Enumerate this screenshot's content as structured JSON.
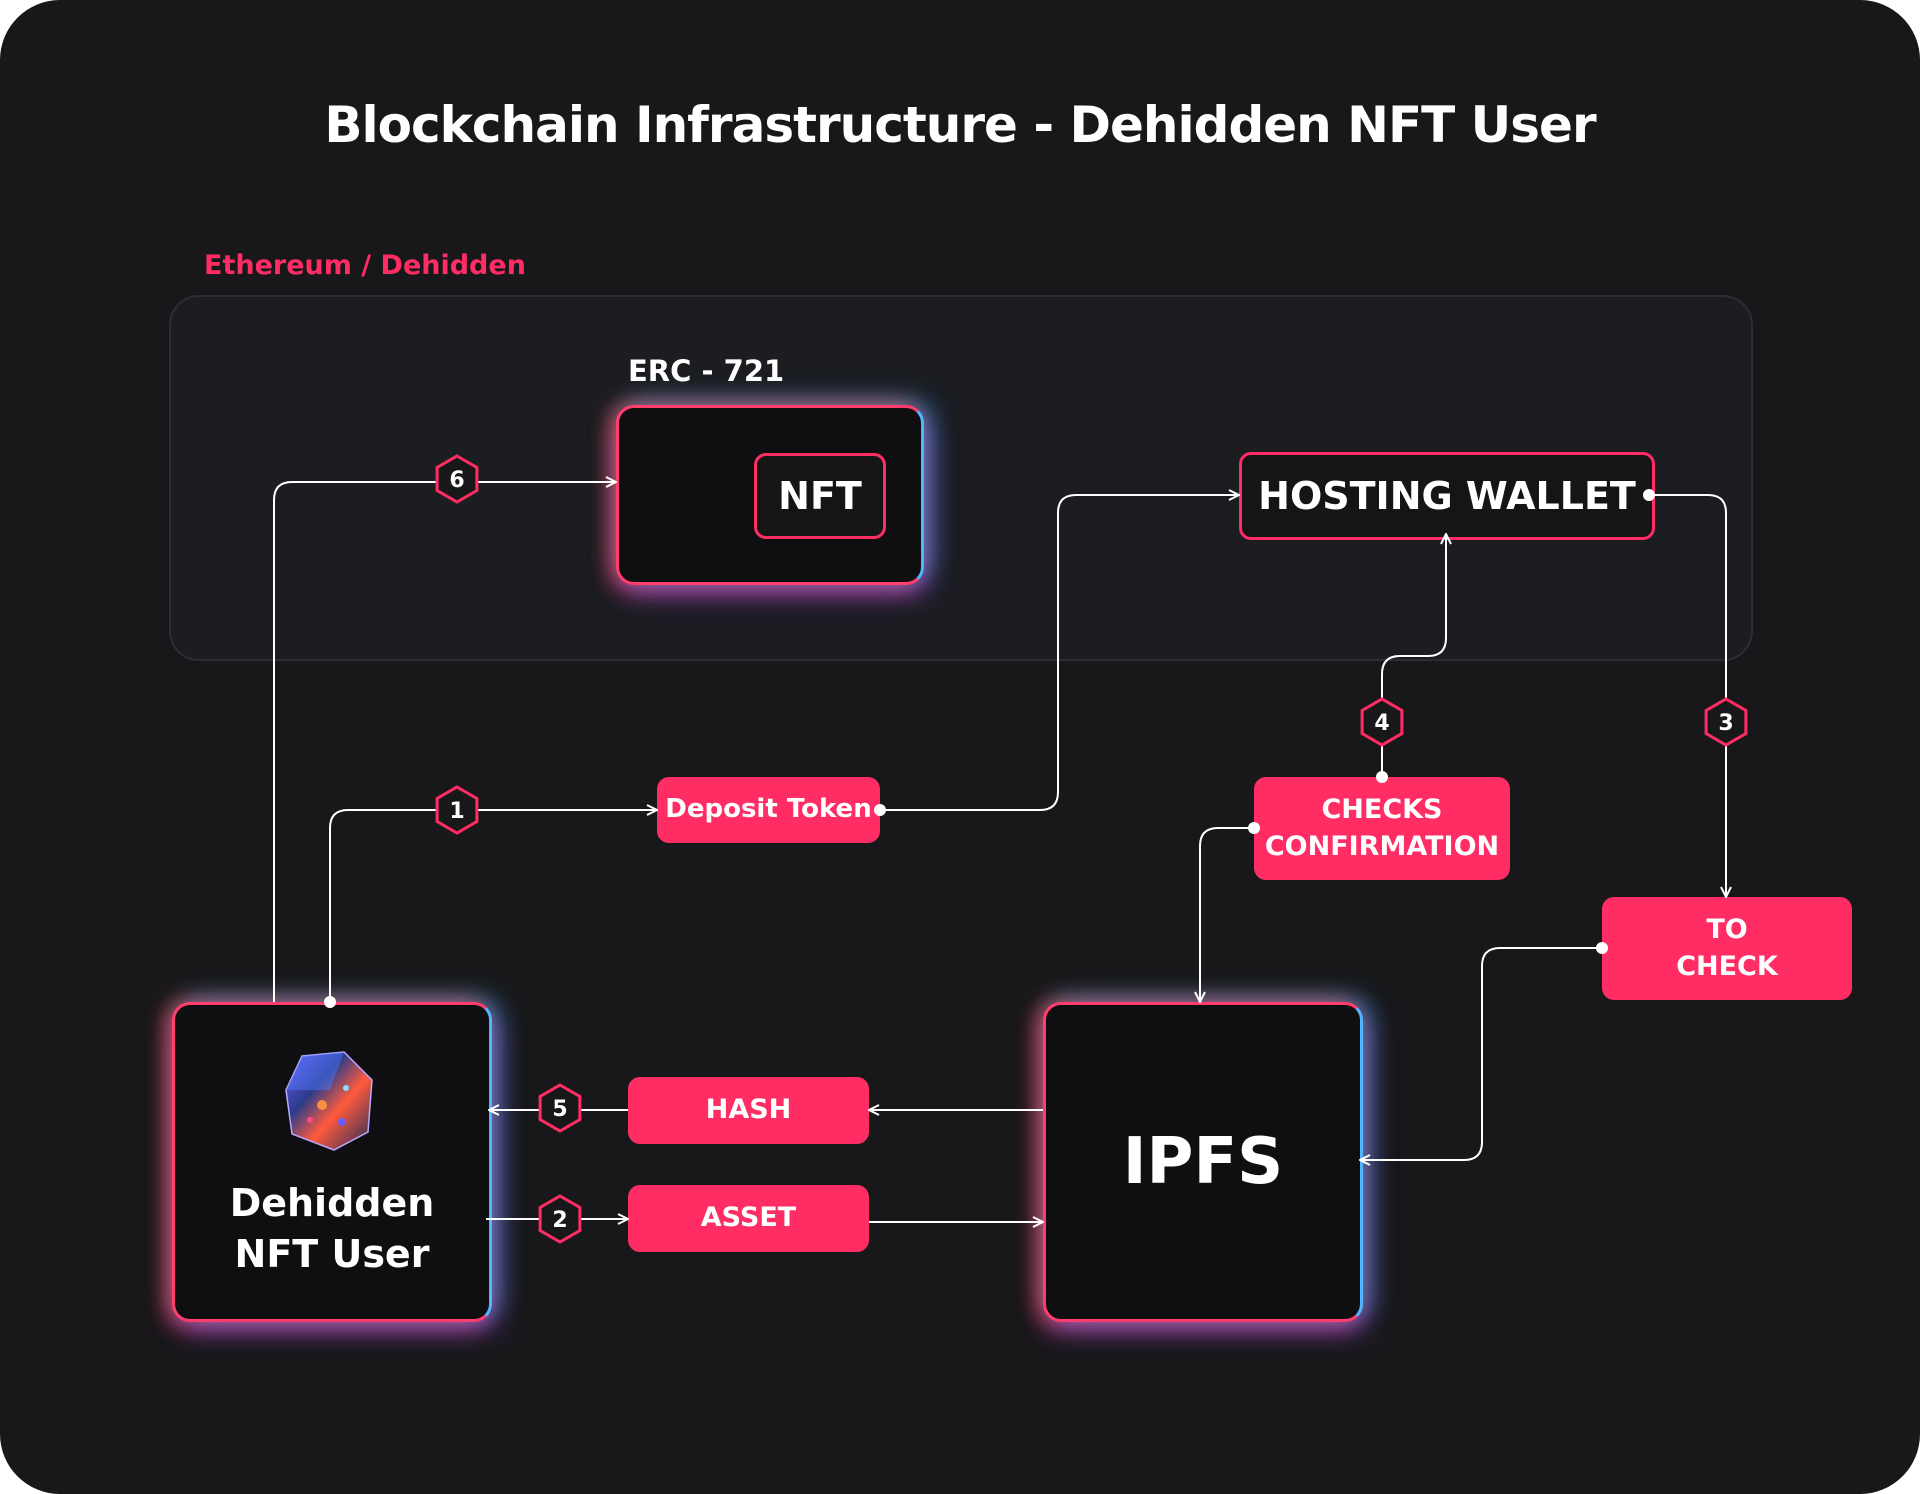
{
  "title": "Blockchain Infrastructure - Dehidden NFT User",
  "region_label": "Ethereum / Dehidden",
  "erc_label": "ERC - 721",
  "nodes": {
    "nft": "NFT",
    "hosting_wallet": "HOSTING WALLET",
    "deposit_token": "Deposit Token",
    "checks_line1": "CHECKS",
    "checks_line2": "CONFIRMATION",
    "tocheck_line1": "TO",
    "tocheck_line2": "CHECK",
    "hash": "HASH",
    "asset": "ASSET",
    "user_line1": "Dehidden",
    "user_line2": "NFT User",
    "ipfs": "IPFS"
  },
  "steps": [
    "1",
    "2",
    "3",
    "4",
    "5",
    "6"
  ],
  "colors": {
    "background": "#18181a",
    "accent": "#ff2d63",
    "text": "#ffffff",
    "glow_blue": "#4fb6ff",
    "glow_purple": "#a05aff"
  },
  "icons": {
    "user_avatar": "crystal-gem-icon"
  }
}
